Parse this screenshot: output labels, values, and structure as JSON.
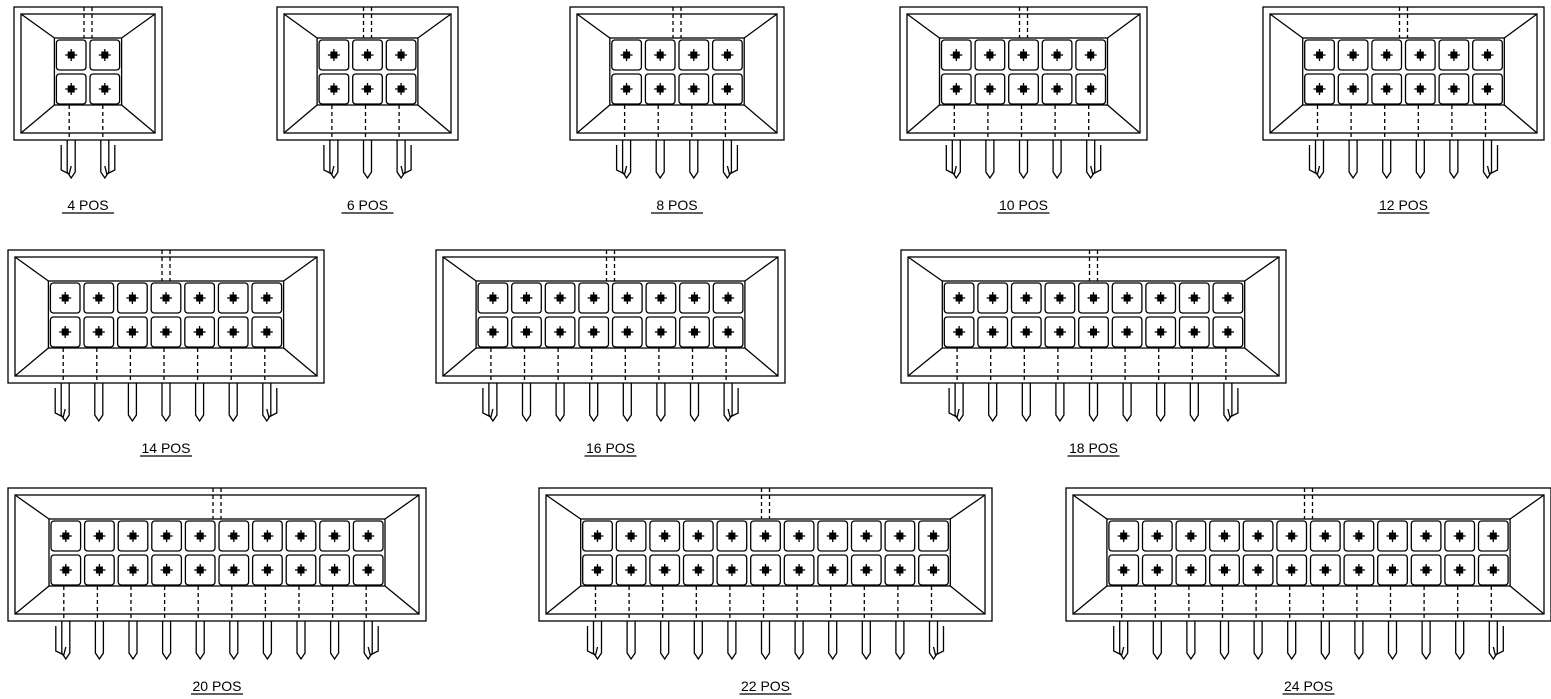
{
  "drawing": {
    "connectors": [
      {
        "label": "4 POS",
        "positions": 4
      },
      {
        "label": "6 POS",
        "positions": 6
      },
      {
        "label": "8 POS",
        "positions": 8
      },
      {
        "label": "10 POS",
        "positions": 10
      },
      {
        "label": "12 POS",
        "positions": 12
      },
      {
        "label": "14 POS",
        "positions": 14
      },
      {
        "label": "16 POS",
        "positions": 16
      },
      {
        "label": "18 POS",
        "positions": 18
      },
      {
        "label": "20 POS",
        "positions": 20
      },
      {
        "label": "22 POS",
        "positions": 22
      },
      {
        "label": "24 POS",
        "positions": 24
      }
    ]
  }
}
